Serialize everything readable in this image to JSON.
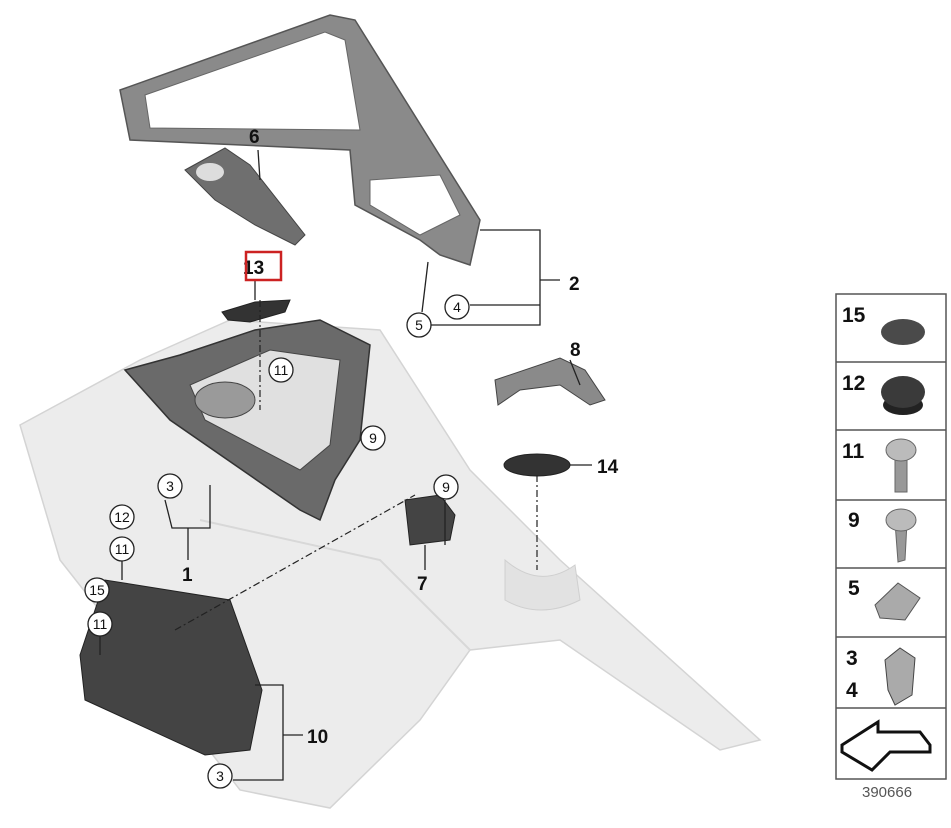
{
  "diagram": {
    "callouts": {
      "p6": "6",
      "p13": "13",
      "p2": "2",
      "p8": "8",
      "p14": "14",
      "p1": "1",
      "p7": "7",
      "p10": "10"
    },
    "circled": {
      "c5": "5",
      "c4": "4",
      "c11a": "11",
      "c9a": "9",
      "c3a": "3",
      "c9b": "9",
      "c12": "12",
      "c11b": "11",
      "c15": "15",
      "c11c": "11",
      "c3b": "3"
    },
    "highlight_color": "#cc2222"
  },
  "legend": {
    "items": [
      {
        "label": "15",
        "icon": "plug-cap-icon"
      },
      {
        "label": "12",
        "icon": "grommet-icon"
      },
      {
        "label": "11",
        "icon": "screw-icon"
      },
      {
        "label": "9",
        "icon": "screw-icon"
      },
      {
        "label": "5",
        "icon": "clip-nut-icon"
      },
      {
        "label": "3",
        "label2": "4",
        "icon": "spring-clip-icon"
      },
      {
        "label": "",
        "icon": "arrow-icon"
      }
    ],
    "caption": "390666"
  }
}
